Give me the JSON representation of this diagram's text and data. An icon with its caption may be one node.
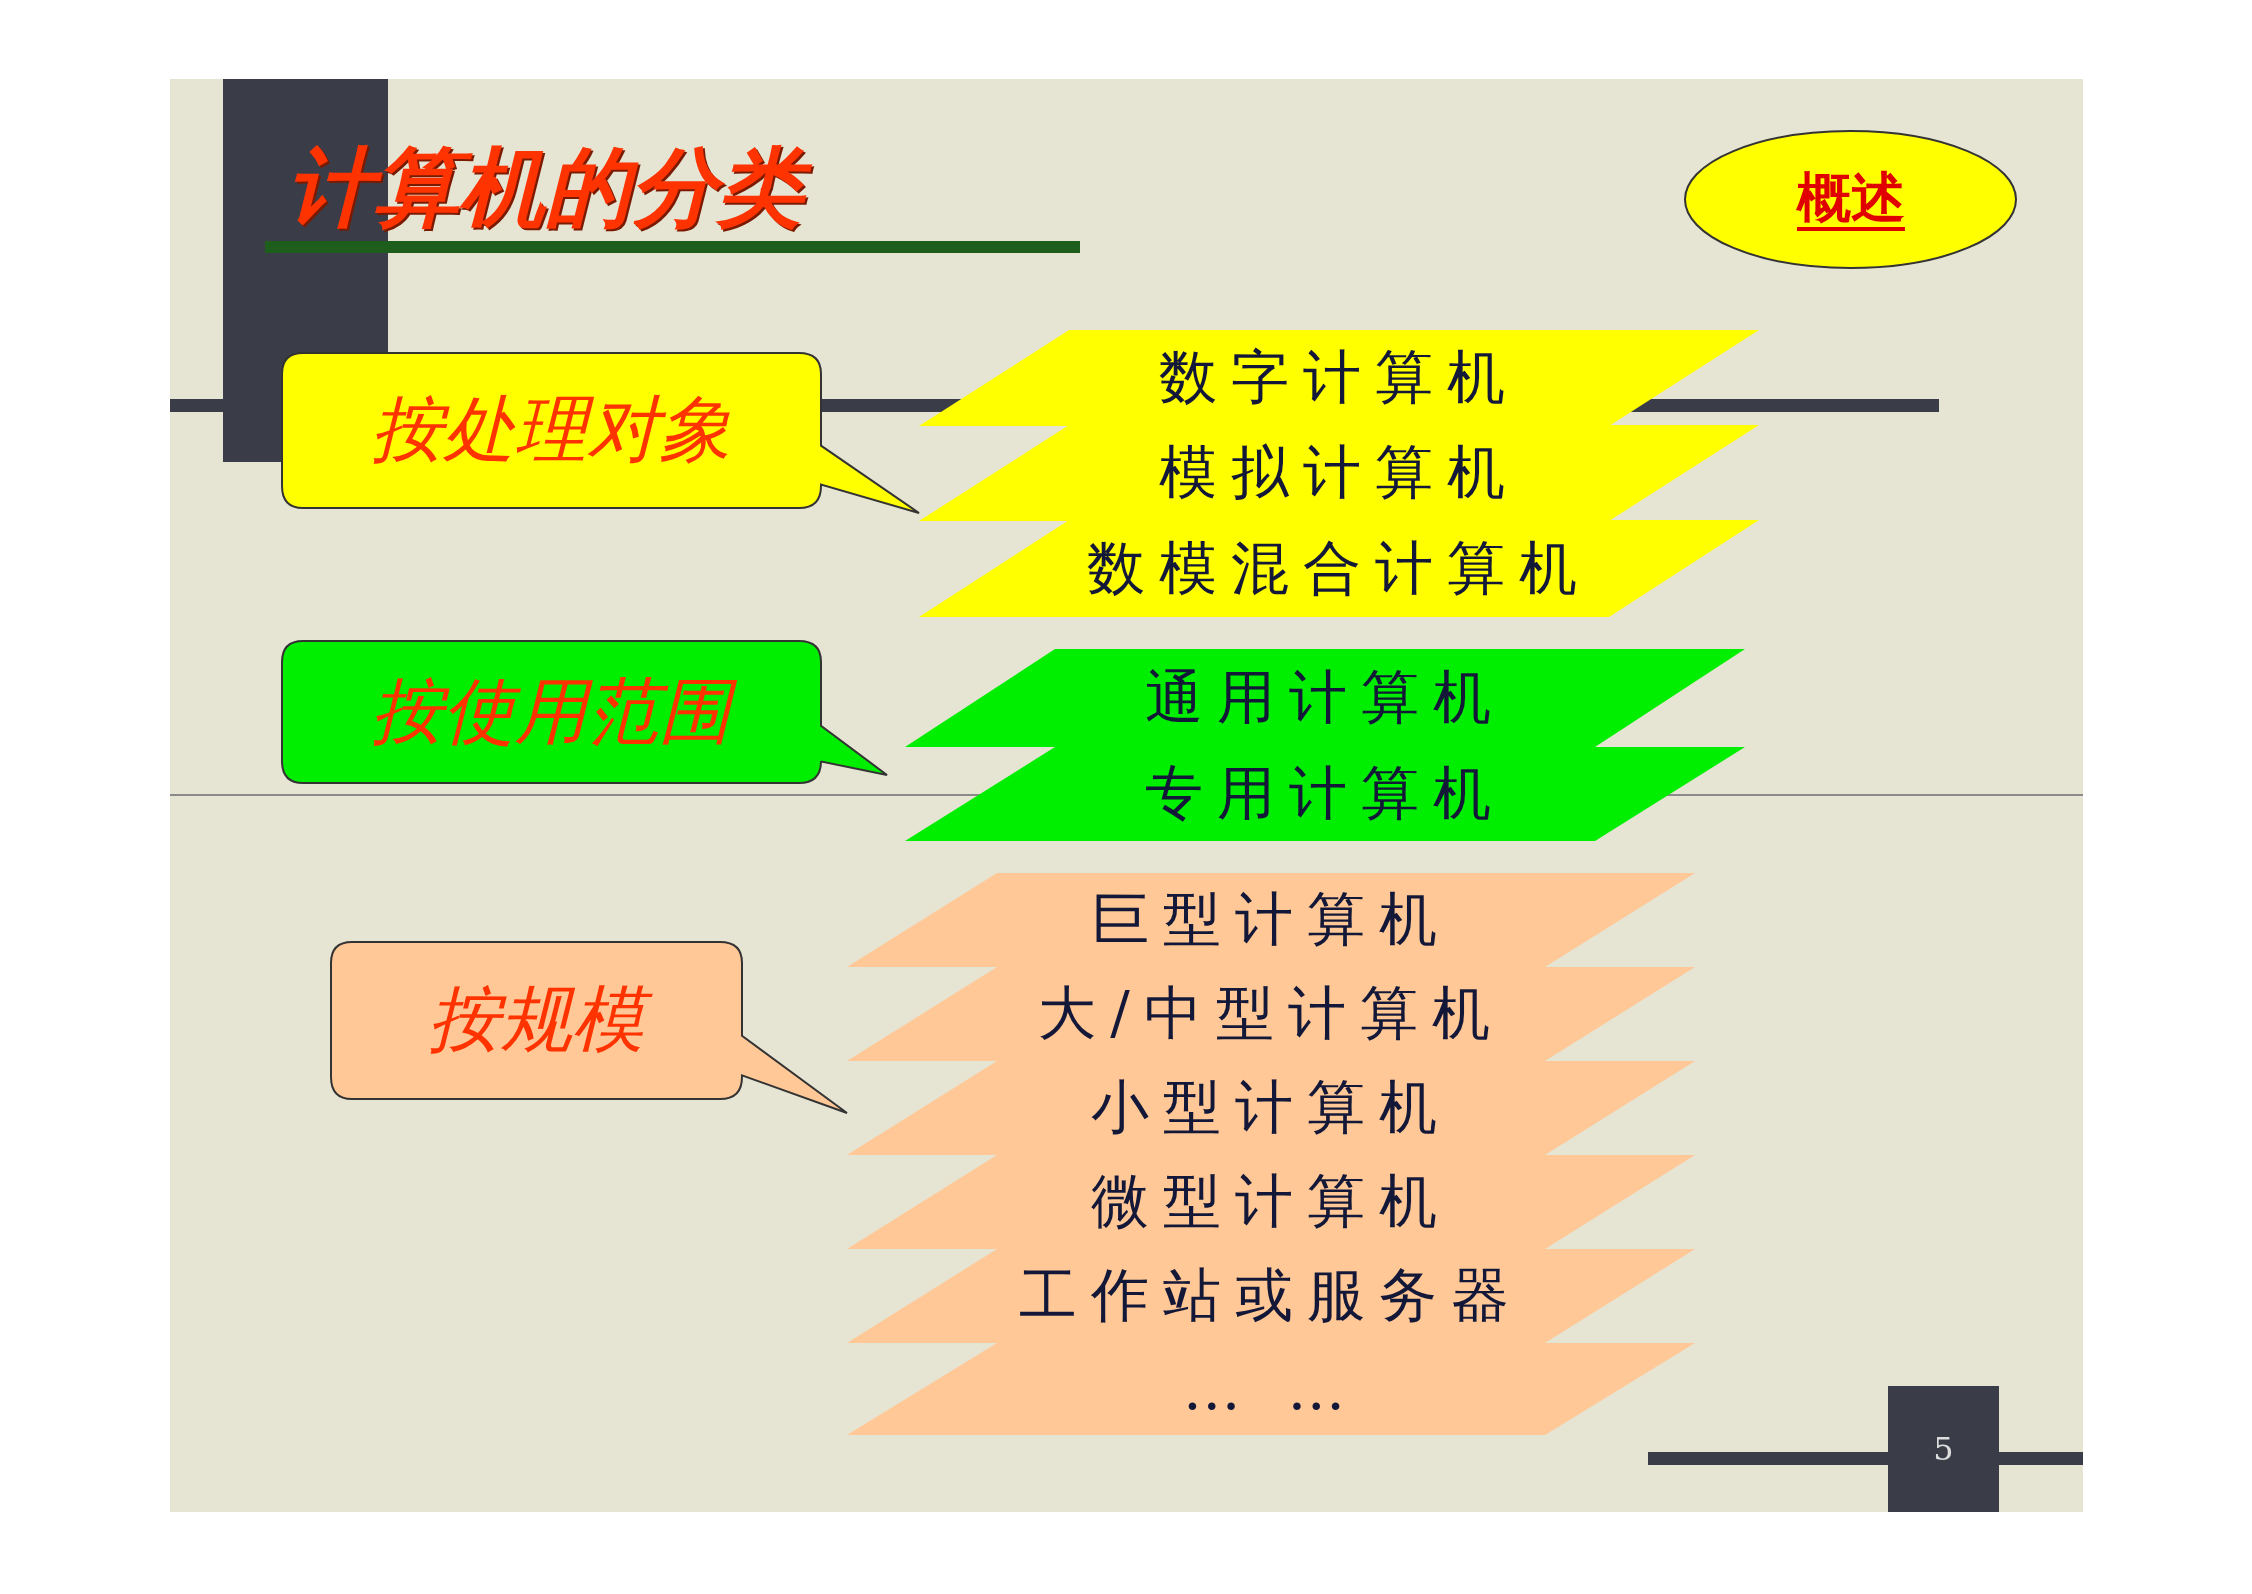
{
  "diagram": {
    "title": "计算机的分类",
    "nodes": [
      {
        "text": [
          "概述"
        ]
      },
      {
        "text": [
          "按处理对象"
        ]
      },
      {
        "text": [
          "数字计算机"
        ]
      },
      {
        "text": [
          "模拟计算机"
        ]
      },
      {
        "text": [
          "数模混合计算机"
        ]
      },
      {
        "text": [
          "按使用范围"
        ]
      },
      {
        "text": [
          "通用计算机"
        ]
      },
      {
        "text": [
          "专用计算机"
        ]
      },
      {
        "text": [
          "按规模"
        ]
      },
      {
        "text": [
          "巨型计算机"
        ]
      },
      {
        "text": [
          "大/中型计算机"
        ]
      },
      {
        "text": [
          "小型计算机"
        ]
      },
      {
        "text": [
          "微型计算机"
        ]
      },
      {
        "text": [
          "工作站或服务器"
        ]
      },
      {
        "text": [
          "… …"
        ]
      }
    ],
    "edges": [],
    "labels": [
      "5"
    ]
  }
}
